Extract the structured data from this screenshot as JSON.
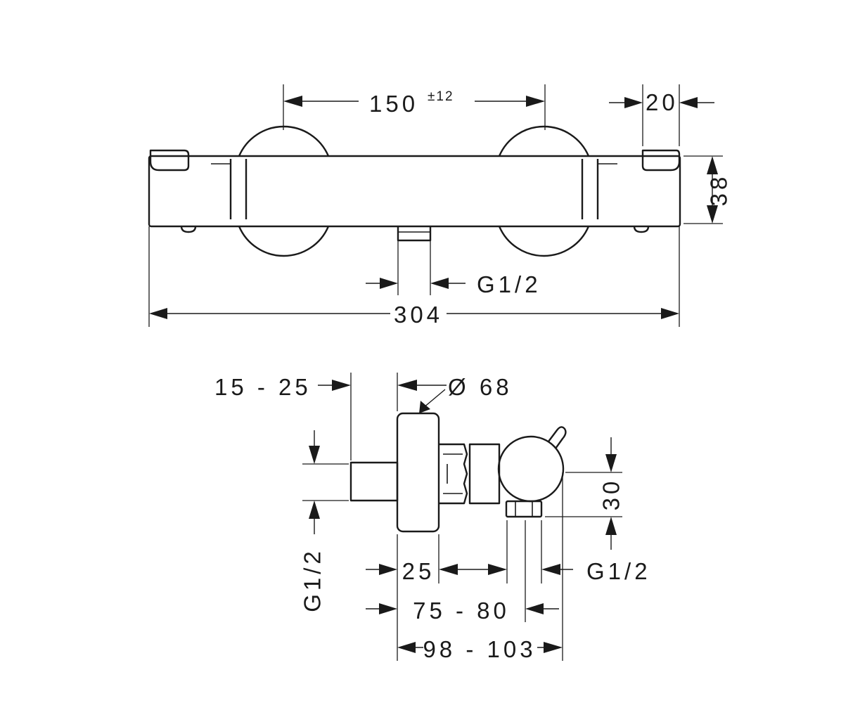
{
  "top_view": {
    "dim_inlet_spacing": "150",
    "dim_inlet_spacing_tolerance": "±12",
    "dim_end_cap": "20",
    "dim_height": "38",
    "dim_outlet_thread": "G1/2",
    "dim_total_length": "304"
  },
  "side_view": {
    "dim_wall_offset": "15 - 25",
    "dim_escutcheon_diameter": "Ø 68",
    "dim_inlet_thread": "G1/2",
    "dim_outlet_offset": "30",
    "dim_escutcheon_depth": "25",
    "dim_outlet_thread": "G1/2",
    "dim_outlet_position": "75 - 80",
    "dim_total_depth": "98 - 103"
  }
}
